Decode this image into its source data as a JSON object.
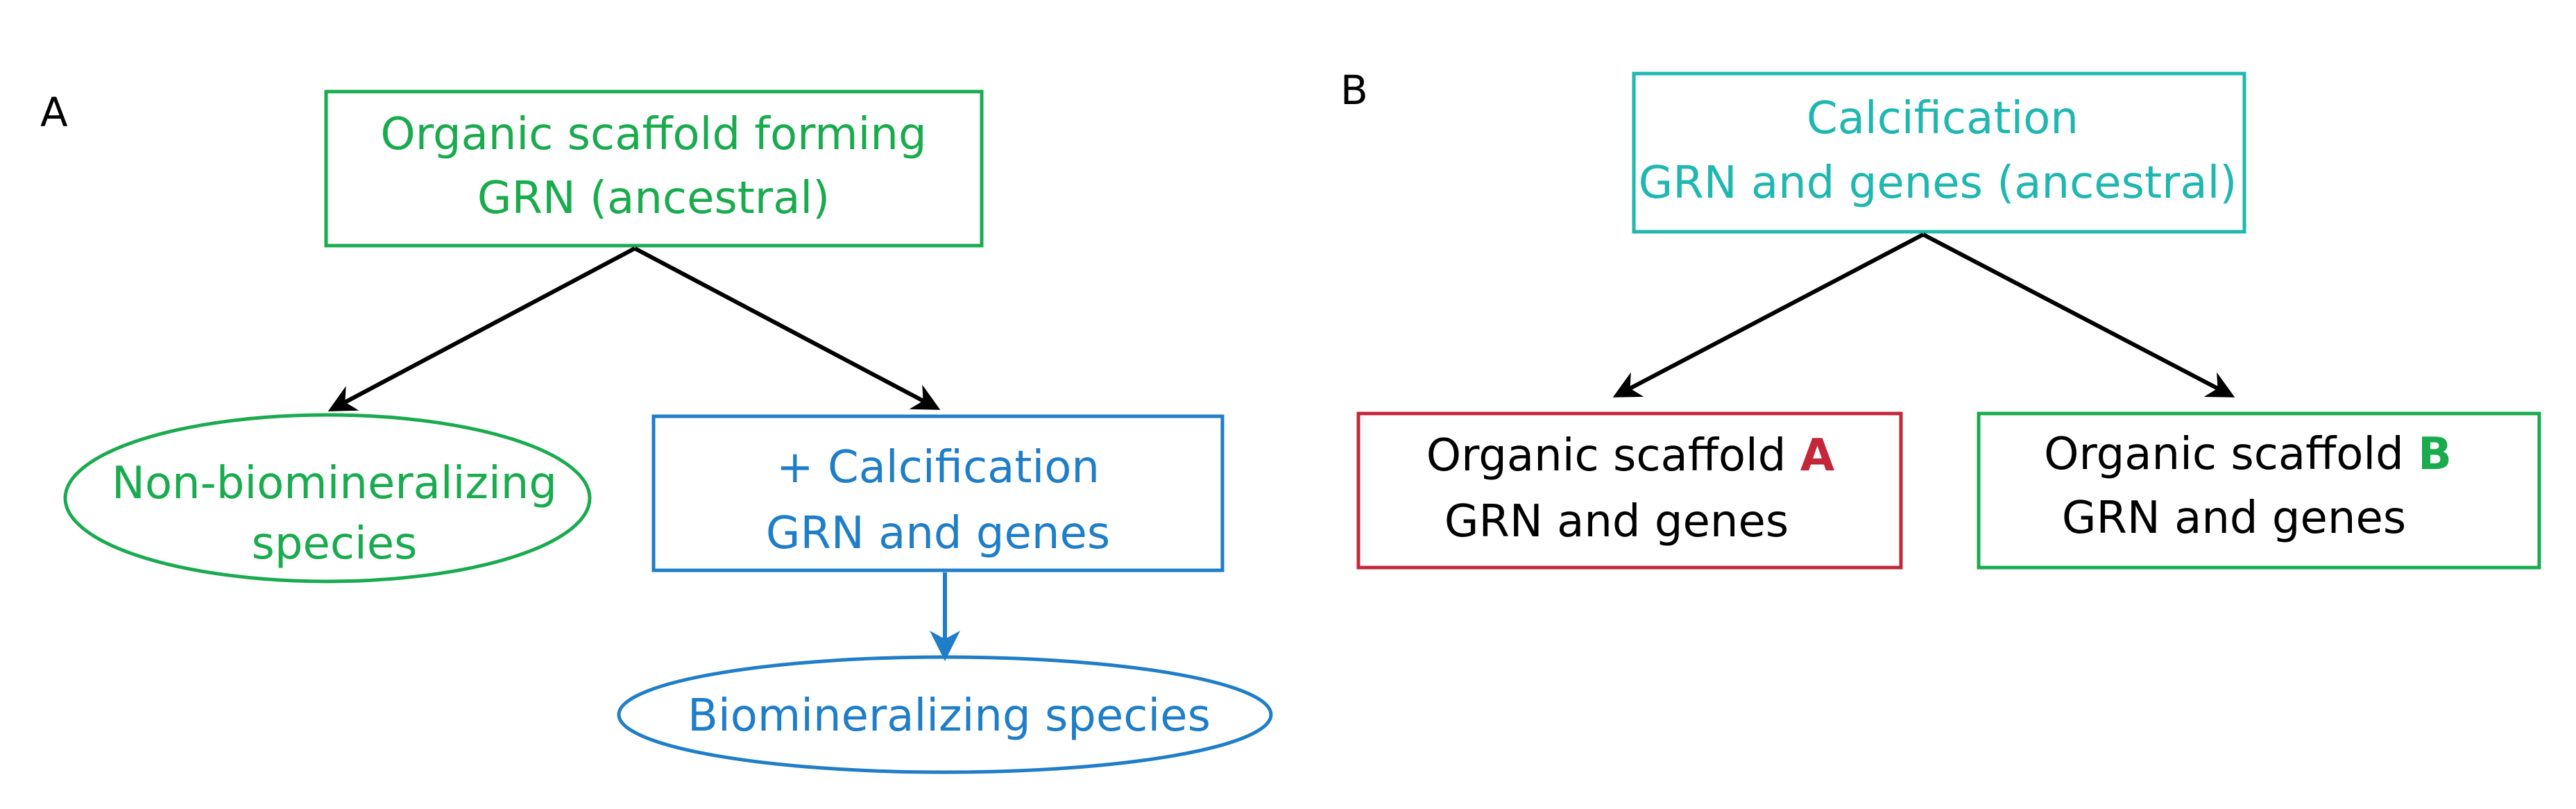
{
  "colors": {
    "green": "#1aab4f",
    "blue": "#1f7ec7",
    "teal": "#1fb7b0",
    "red": "#c3283a",
    "black": "#000000"
  },
  "panel_a": {
    "label": "A",
    "root": {
      "line1": "Organic scaffold forming",
      "line2": "GRN (ancestral)"
    },
    "left_leaf": {
      "line1": "Non-biomineralizing",
      "line2": "species"
    },
    "right_node": {
      "line1": "+ Calcification",
      "line2": "GRN and genes"
    },
    "bottom_leaf": {
      "line1": "Biomineralizing species"
    }
  },
  "panel_b": {
    "label": "B",
    "root": {
      "line1": "Calcification",
      "line2": "GRN and genes (ancestral)"
    },
    "left_node": {
      "line1_prefix": "Organic scaffold ",
      "letter": "A",
      "line2": "GRN and genes"
    },
    "right_node": {
      "line1_prefix": "Organic scaffold ",
      "letter": "B",
      "line2": "GRN and genes"
    }
  }
}
